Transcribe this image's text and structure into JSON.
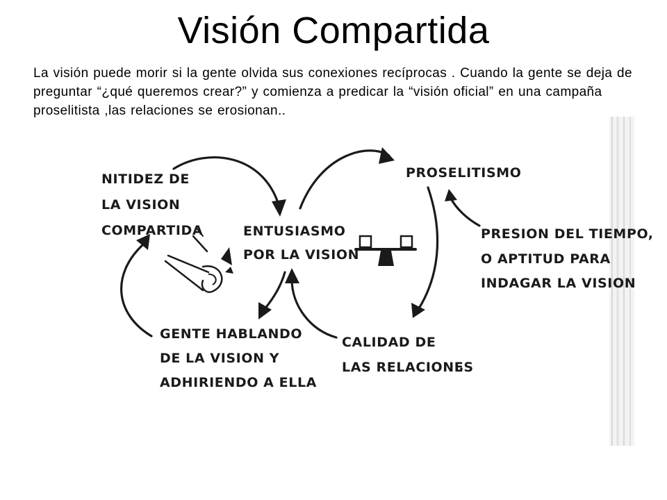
{
  "slide": {
    "title": "Visión Compartida",
    "description": "La visión puede morir si la gente olvida sus conexiones recíprocas . Cuando la gente se deja de preguntar “¿qué queremos crear?” y comienza a predicar la “visión oficial” en una campaña proselitista ,las relaciones se erosionan.."
  },
  "diagram": {
    "nodes": {
      "nitidez": [
        "NITIDEZ DE",
        "LA VISION",
        "COMPARTIDA"
      ],
      "entusiasmo": [
        "ENTUSIASMO",
        "POR LA VISION"
      ],
      "proselitismo": [
        "PROSELITISMO"
      ],
      "presion": [
        "PRESION DEL TIEMPO,",
        "O APTITUD PARA",
        "INDAGAR LA VISION"
      ],
      "gente": [
        "GENTE HABLANDO",
        "DE LA VISION Y",
        "ADHIRIENDO A ELLA"
      ],
      "calidad": [
        "CALIDAD DE",
        "LAS RELACIONES"
      ]
    },
    "icons": [
      "balance-icon",
      "snowball-icon"
    ]
  }
}
